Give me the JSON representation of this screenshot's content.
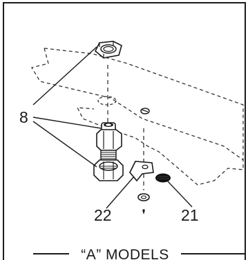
{
  "diagram": {
    "callouts": {
      "nut_and_fittings": "8",
      "bracket": "22",
      "seal_disc": "21"
    },
    "caption": "“A” MODELS"
  }
}
